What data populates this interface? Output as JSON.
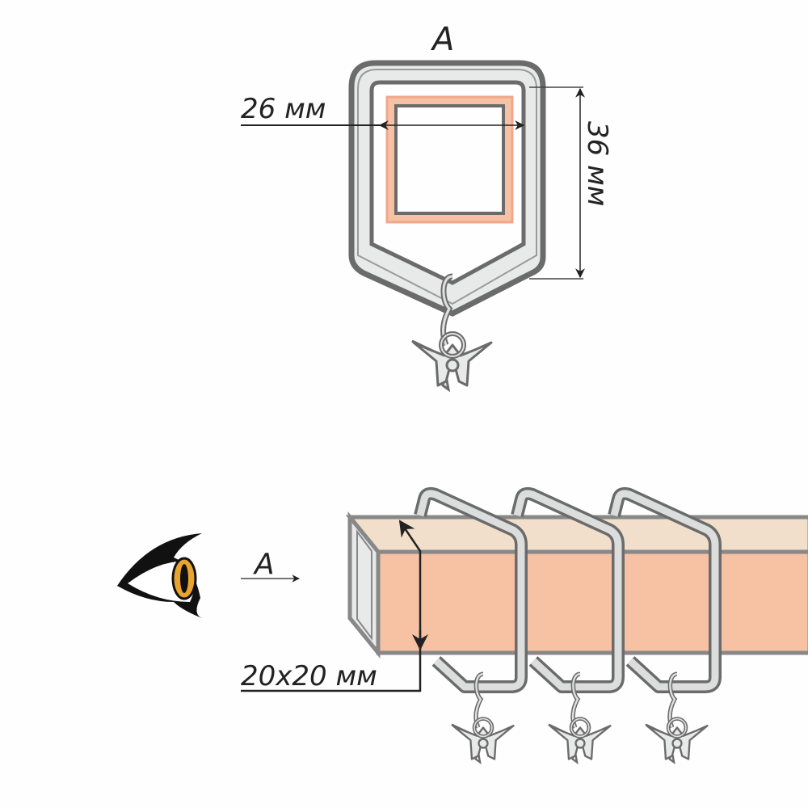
{
  "view_label": "A",
  "width_label": "26 мм",
  "height_label": "36 мм",
  "view_arrow_label": "A",
  "rod_label": "20x20 мм",
  "colors": {
    "rod_front": "#f7c1a4",
    "rod_top": "#f1dfcc",
    "ring_fill": "#e8e9e9",
    "stroke": "#6b6b6b",
    "eye_iris": "#e8a431"
  }
}
